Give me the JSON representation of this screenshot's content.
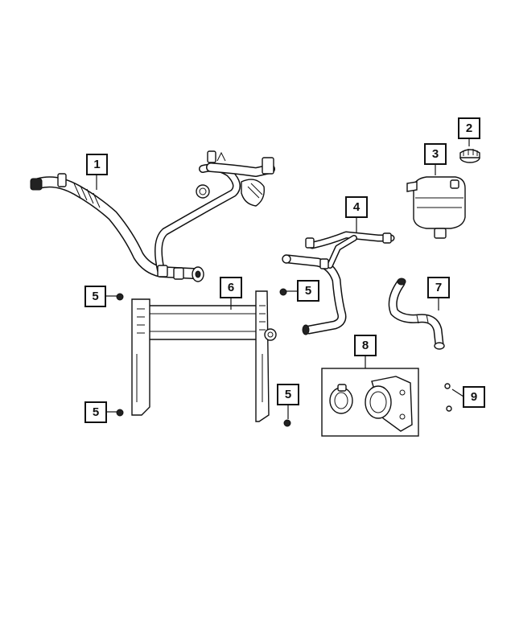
{
  "callouts": [
    {
      "id": "c1",
      "label": "1"
    },
    {
      "id": "c2",
      "label": "2"
    },
    {
      "id": "c3",
      "label": "3"
    },
    {
      "id": "c4",
      "label": "4"
    },
    {
      "id": "c5a",
      "label": "5"
    },
    {
      "id": "c5b",
      "label": "5"
    },
    {
      "id": "c5c",
      "label": "5"
    },
    {
      "id": "c5d",
      "label": "5"
    },
    {
      "id": "c6",
      "label": "6"
    },
    {
      "id": "c7",
      "label": "7"
    },
    {
      "id": "c8",
      "label": "8"
    },
    {
      "id": "c9",
      "label": "9"
    }
  ],
  "colors": {
    "ink": "#111111",
    "paper": "#ffffff"
  }
}
